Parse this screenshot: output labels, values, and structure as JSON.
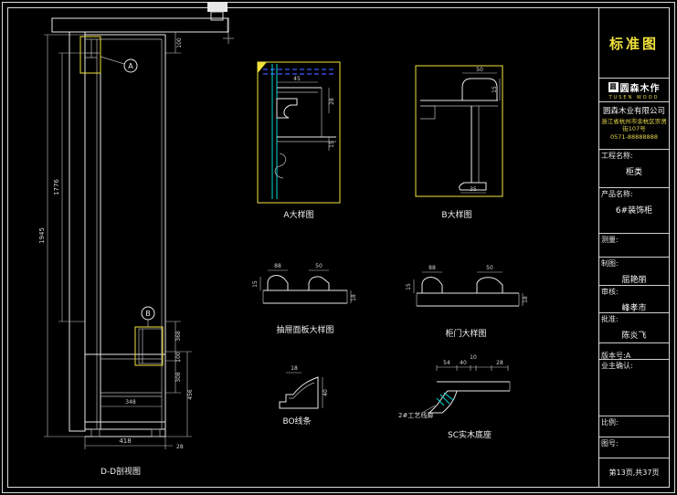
{
  "colors": {
    "background": "#000000",
    "accent_yellow": "#f2e33c",
    "line_white": "#e9e9e9",
    "line_cyan": "#00d9d9",
    "line_blue_dashed": "#4059ff"
  },
  "title_block": {
    "header": "标准图",
    "logo_mark": "圆",
    "logo_name": "圆森木作",
    "logo_sub": "TUSEN WOOD",
    "company_name": "圆森木业有限公司",
    "company_address": "浙江省杭州市余杭区崇贤街107号",
    "company_phone": "0571-88888888",
    "project_label": "工程名称:",
    "project_value": "柜类",
    "product_label": "产品名称:",
    "product_value": "6#装饰柜",
    "measure_label": "测量:",
    "draft_label": "制图:",
    "draft_value": "屈艳丽",
    "review_label": "审核:",
    "review_value": "峰孝市",
    "approve_label": "批准:",
    "approve_value": "陈炎飞",
    "version_label": "版本号:",
    "version_value": "A",
    "owner_label": "业主确认:",
    "scale_label": "比例:",
    "drawing_no_label": "图号:",
    "page_label": "第13页,共37页"
  },
  "drawings": {
    "dd": {
      "title": "D-D剖视图",
      "callout_a": "A",
      "callout_b": "B",
      "dims": {
        "ceiling_gap": "100",
        "interior_height": "1776",
        "total_height": "1945",
        "drawer_height": "368",
        "gap": "100",
        "base_height": "308",
        "base_total": "456",
        "depth": "418",
        "panel_thk": "28",
        "shelf_depth": "348"
      }
    },
    "detail_a": {
      "title": "A大样图",
      "dims": {
        "d1": "45",
        "d2": "28",
        "d3": "15"
      }
    },
    "detail_b": {
      "title": "B大样图",
      "dims": {
        "d1": "50",
        "d2": "15",
        "d3": "35"
      }
    },
    "drawer_panel": {
      "title": "抽屉面板大样图",
      "dims": {
        "w": "88",
        "w2": "50",
        "h": "15",
        "t": "18"
      }
    },
    "door": {
      "title": "柜门大样图",
      "dims": {
        "w": "88",
        "w2": "50",
        "h": "15",
        "t": "18"
      }
    },
    "molding": {
      "title": "BO线条",
      "dims": {
        "d1": "18",
        "d2": "40"
      }
    },
    "base": {
      "title": "SC实木底座",
      "note": "2#工艺线脚",
      "dims": {
        "d1": "54",
        "d2": "40",
        "d3": "10",
        "d4": "28"
      }
    }
  }
}
